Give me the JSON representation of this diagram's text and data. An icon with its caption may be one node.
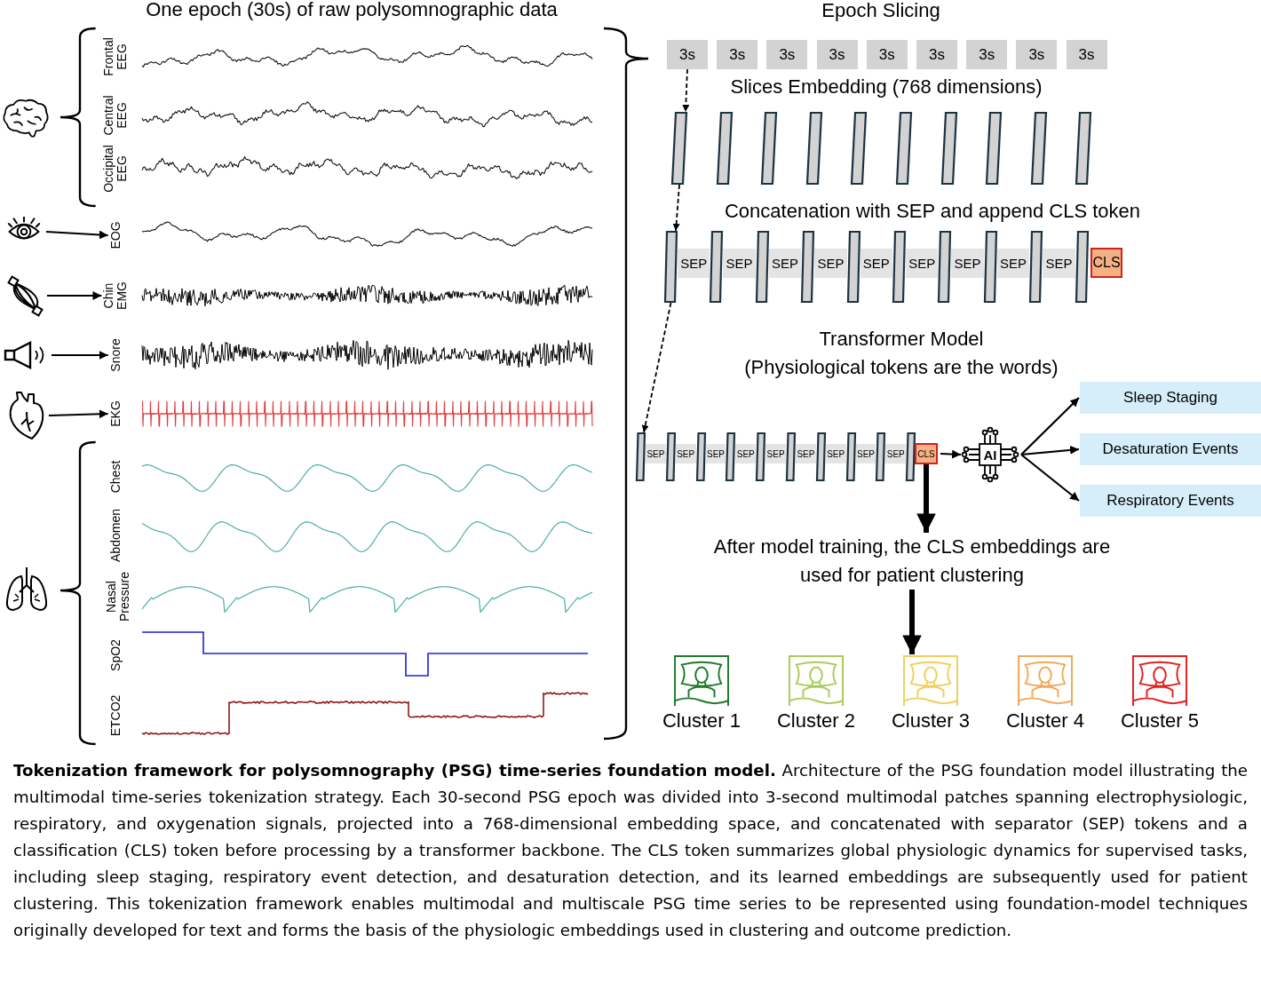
{
  "diagram": {
    "title": "One epoch (30s) of raw polysomnographic data",
    "caption": "**Tokenization framework for polysomnography (PSG) time-series foundation model.** Architecture of the PSG foundation model illustrating the multimodal time-series tokenization strategy. Each 30-second PSG epoch was divided into 3-second multimodal patches spanning electrophysiologic, respiratory, and oxygenation signals, projected into a 768-dimensional embedding space, and concatenated with separator (SEP) tokens and a classification (CLS) token before processing by a transformer backbone. The CLS token summarizes global physiologic dynamics for supervised tasks, including sleep staging, respiratory event detection, and desaturation detection, and its learned embeddings are subsequently used for patient clustering. This tokenization framework enables multimodal and multiscale PSG time series to be represented using foundation-model techniques originally developed for text and forms the basis of the physiologic embeddings used in clustering and outcome prediction.",
    "nodes": [
      {
        "text": [],
        "shape": "picture"
      },
      {
        "text": [
          "EOG"
        ]
      },
      {
        "text": [],
        "shape": "picture"
      },
      {
        "text": [
          "Chin EMG"
        ]
      },
      {
        "text": [],
        "shape": "picture"
      },
      {
        "text": [
          "Snore"
        ]
      },
      {
        "text": [],
        "shape": "picture"
      },
      {
        "text": [
          "EKG"
        ]
      },
      {
        "text": [
          "3s"
        ]
      },
      {
        "text": [
          "3s"
        ]
      },
      {
        "text": [
          "3s"
        ]
      },
      {
        "text": [
          "3s"
        ]
      },
      {
        "text": [
          "3s"
        ]
      },
      {
        "text": [
          "3s"
        ]
      },
      {
        "text": [
          "3s"
        ]
      },
      {
        "text": [
          "3s"
        ]
      },
      {
        "text": [
          "3s"
        ]
      },
      {
        "text": [],
        "shape": "bar"
      },
      {
        "text": [],
        "shape": "bar"
      },
      {
        "text": [],
        "shape": "bar"
      },
      {
        "text": [],
        "shape": "bar"
      },
      {
        "text": [],
        "shape": "bar"
      },
      {
        "text": [],
        "shape": "bar"
      },
      {
        "text": [],
        "shape": "bar"
      },
      {
        "text": [],
        "shape": "bar"
      },
      {
        "text": [],
        "shape": "bar"
      },
      {
        "text": [],
        "shape": "bar"
      },
      {
        "text": [],
        "shape": "bar"
      },
      {
        "text": [
          "SEP"
        ]
      },
      {
        "text": [],
        "shape": "bar"
      },
      {
        "text": [
          "SEP"
        ]
      },
      {
        "text": [],
        "shape": "bar"
      },
      {
        "text": [
          "SEP"
        ]
      },
      {
        "text": [],
        "shape": "bar"
      },
      {
        "text": [
          "SEP"
        ]
      },
      {
        "text": [],
        "shape": "bar"
      },
      {
        "text": [
          "SEP"
        ]
      },
      {
        "text": [],
        "shape": "bar"
      },
      {
        "text": [
          "SEP"
        ]
      },
      {
        "text": [],
        "shape": "bar"
      },
      {
        "text": [
          "SEP"
        ]
      },
      {
        "text": [],
        "shape": "bar"
      },
      {
        "text": [
          "SEP"
        ]
      },
      {
        "text": [],
        "shape": "bar"
      },
      {
        "text": [
          "SEP"
        ]
      },
      {
        "text": [],
        "shape": "bar"
      },
      {
        "text": [
          "CLS"
        ]
      },
      {
        "text": [],
        "shape": "bar"
      },
      {
        "text": [
          "SEP"
        ]
      },
      {
        "text": [],
        "shape": "bar"
      },
      {
        "text": [
          "SEP"
        ]
      },
      {
        "text": [],
        "shape": "bar"
      },
      {
        "text": [
          "SEP"
        ]
      },
      {
        "text": [],
        "shape": "bar"
      },
      {
        "text": [
          "SEP"
        ]
      },
      {
        "text": [],
        "shape": "bar"
      },
      {
        "text": [
          "SEP"
        ]
      },
      {
        "text": [],
        "shape": "bar"
      },
      {
        "text": [
          "SEP"
        ]
      },
      {
        "text": [],
        "shape": "bar"
      },
      {
        "text": [
          "SEP"
        ]
      },
      {
        "text": [],
        "shape": "bar"
      },
      {
        "text": [
          "SEP"
        ]
      },
      {
        "text": [],
        "shape": "bar"
      },
      {
        "text": [
          "SEP"
        ]
      },
      {
        "text": [],
        "shape": "bar"
      },
      {
        "text": [
          "CLS"
        ]
      },
      {
        "text": [
          "AI"
        ]
      },
      {
        "text": [
          "Sleep Staging"
        ]
      },
      {
        "text": [
          "Desaturation Events"
        ]
      },
      {
        "text": [
          "Respiratory Events"
        ]
      },
      {
        "text": [
          "After model training, the CLS embeddings are used for patient clustering"
        ]
      },
      {
        "text": [
          "Cluster 1"
        ]
      },
      {
        "text": [
          "Cluster 2"
        ]
      },
      {
        "text": [
          "Cluster 3"
        ]
      },
      {
        "text": [
          "Cluster 4"
        ]
      },
      {
        "text": [
          "Cluster 5"
        ]
      }
    ],
    "edges": [
      {
        "from": 0,
        "to": 1,
        "arrow": "to"
      },
      {
        "from": 2,
        "to": 3,
        "arrow": "to"
      },
      {
        "from": 4,
        "to": 5,
        "arrow": "to"
      },
      {
        "from": 6,
        "to": 7,
        "arrow": "to"
      },
      {
        "from": 8,
        "to": 17,
        "arrow": "to",
        "style": "dashed"
      },
      {
        "from": 17,
        "to": 27,
        "arrow": "to",
        "style": "dashed"
      },
      {
        "from": 27,
        "to": 47,
        "arrow": "to",
        "style": "dashed"
      },
      {
        "from": 66,
        "to": 67,
        "arrow": "to"
      },
      {
        "from": 67,
        "to": 68,
        "arrow": "to"
      },
      {
        "from": 67,
        "to": 69,
        "arrow": "to"
      },
      {
        "from": 67,
        "to": 70,
        "arrow": "to"
      },
      {
        "from": 66,
        "to": 71,
        "arrow": "to",
        "style": "thick"
      },
      {
        "from": 71,
        "to": 74,
        "arrow": "to",
        "style": "thick"
      }
    ],
    "labels": [
      "Epoch Slicing",
      "Frontal EEG",
      "Central EEG",
      "Occipital EEG",
      "Slices Embedding (768 dimensions)",
      "Concatenation with SEP and append CLS token",
      "Transformer Model",
      "(Physiological tokens are the words)",
      "Chest",
      "Abdomen",
      "Nasal Pressure",
      "SpO2",
      "ETCO2"
    ]
  }
}
